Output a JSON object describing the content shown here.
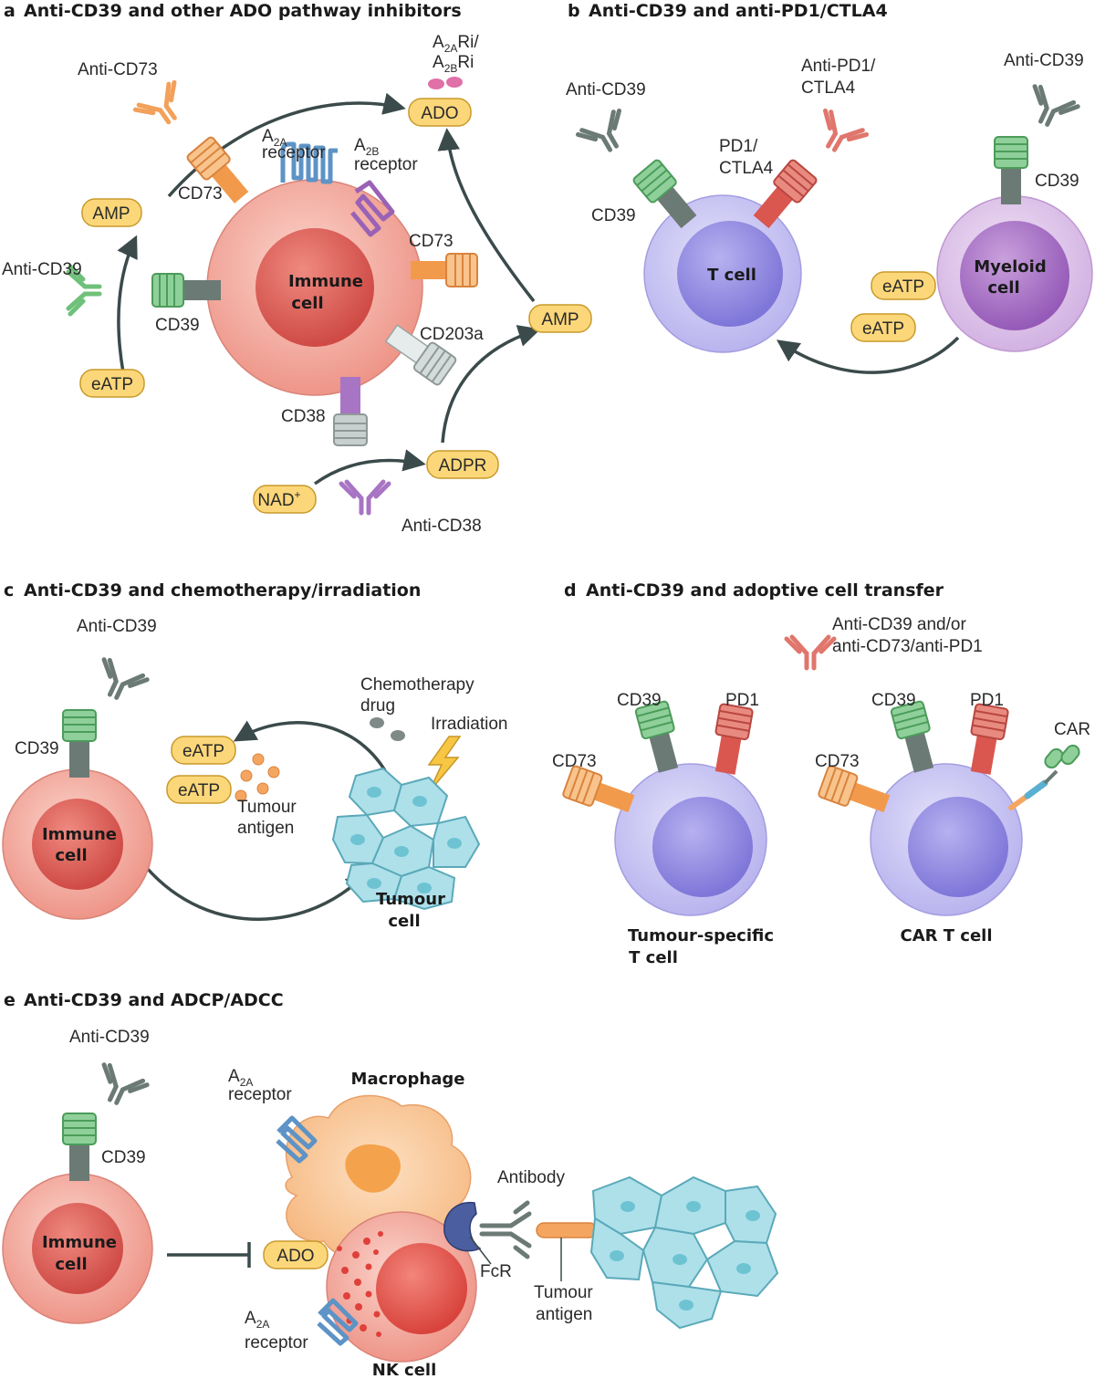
{
  "panel_a": {
    "title_letter": "a",
    "title": "Anti-CD39 and other ADO pathway inhibitors",
    "cell_line1": "Immune",
    "cell_line2": "cell",
    "ado": "ADO",
    "amp_left": "AMP",
    "amp_right": "AMP",
    "eatp": "eATP",
    "adpr": "ADPR",
    "nad": "NAD",
    "nad_sup": "+",
    "anti_cd73": "Anti-CD73",
    "anti_cd39": "Anti-CD39",
    "anti_cd38": "Anti-CD38",
    "cd73_left": "CD73",
    "cd73_right": "CD73",
    "cd39": "CD39",
    "cd203a": "CD203a",
    "cd38": "CD38",
    "a2a_base": "A",
    "a2a_sub": "2A",
    "a2a_word": "receptor",
    "a2b_base": "A",
    "a2b_sub": "2B",
    "a2b_word": "receptor",
    "inhib_l1_base": "A",
    "inhib_l1_sub": "2A",
    "inhib_l1_tail": "Ri/",
    "inhib_l2_base": "A",
    "inhib_l2_sub": "2B",
    "inhib_l2_tail": "Ri"
  },
  "panel_b": {
    "title_letter": "b",
    "title": "Anti-CD39 and anti-PD1/CTLA4",
    "tcell": "T cell",
    "myeloid_line1": "Myeloid",
    "myeloid_line2": "cell",
    "anti_cd39_left": "Anti-CD39",
    "anti_cd39_right": "Anti-CD39",
    "cd39_left": "CD39",
    "cd39_right": "CD39",
    "anti_pd1_line1": "Anti-PD1/",
    "anti_pd1_line2": "CTLA4",
    "pd1_line1": "PD1/",
    "pd1_line2": "CTLA4",
    "eatp1": "eATP",
    "eatp2": "eATP"
  },
  "panel_c": {
    "title_letter": "c",
    "title": "Anti-CD39 and chemotherapy/irradiation",
    "anti_cd39": "Anti-CD39",
    "cd39": "CD39",
    "cell_line1": "Immune",
    "cell_line2": "cell",
    "eatp1": "eATP",
    "eatp2": "eATP",
    "tumour_antigen_line1": "Tumour",
    "tumour_antigen_line2": "antigen",
    "chemo_line1": "Chemotherapy",
    "chemo_line2": "drug",
    "irradiation": "Irradiation",
    "tumour_line1": "Tumour",
    "tumour_line2": "cell"
  },
  "panel_d": {
    "title_letter": "d",
    "title": "Anti-CD39 and adoptive cell transfer",
    "drug_line1": "Anti-CD39 and/or",
    "drug_line2": "anti-CD73/anti-PD1",
    "cd39_left": "CD39",
    "pd1_left": "PD1",
    "cd73_left": "CD73",
    "cd39_right": "CD39",
    "pd1_right": "PD1",
    "cd73_right": "CD73",
    "car": "CAR",
    "tsc_line1": "Tumour-specific",
    "tsc_line2": "T cell",
    "cart": "CAR T cell"
  },
  "panel_e": {
    "title_letter": "e",
    "title": "Anti-CD39 and ADCP/ADCC",
    "anti_cd39": "Anti-CD39",
    "cd39": "CD39",
    "cell_line1": "Immune",
    "cell_line2": "cell",
    "ado": "ADO",
    "macrophage": "Macrophage",
    "nk": "NK cell",
    "a2a_top_base": "A",
    "a2a_top_sub": "2A",
    "a2a_top_word": "receptor",
    "a2a_bot_base": "A",
    "a2a_bot_sub": "2A",
    "a2a_bot_word": "receptor",
    "antibody": "Antibody",
    "fcr": "FcR",
    "tumour_antigen_line1": "Tumour",
    "tumour_antigen_line2": "antigen"
  },
  "colors": {
    "pill_fill": "#fcd77a",
    "pill_stroke": "#c89a2a",
    "immune_outer": "#f2a59a",
    "immune_inner": "#d9574f",
    "tcell_outer": "#c7c3f2",
    "tcell_inner": "#8f88e0",
    "myeloid_outer": "#dcc0e8",
    "myeloid_inner": "#a066c0",
    "tumour": "#a8dde8",
    "green": "#6fc07a",
    "grey": "#6b7a75",
    "orange": "#f4a660",
    "purple": "#a874c4",
    "blue": "#7ab0dc",
    "red": "#d9574f",
    "arrow": "#3b4a4a"
  }
}
